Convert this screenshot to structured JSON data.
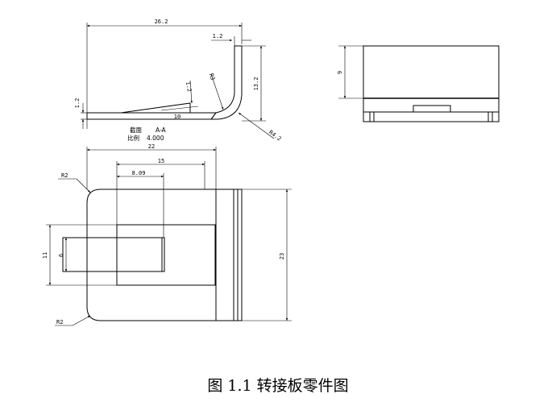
{
  "caption": "图 1.1 转接板零件图",
  "section_view": {
    "dims": {
      "overall_length": "26.2",
      "top_thickness": "1.2",
      "height": "13.2",
      "base_thickness": "1.2",
      "bump_height": "1.2",
      "bump_angle": "10",
      "inner_radius": "R3",
      "outer_radius": "R4.2"
    },
    "label_title": "截面",
    "label_name": "A-A",
    "scale_label": "比例",
    "scale_value": "4.000"
  },
  "side_view": {
    "dims": {
      "height": "9"
    }
  },
  "plan_view": {
    "dims": {
      "width_22": "22",
      "width_15": "15",
      "width_809": "8.09",
      "height_23": "23",
      "height_11": "11",
      "height_6": "6",
      "radius_top": "R2",
      "radius_bottom": "R2"
    }
  }
}
